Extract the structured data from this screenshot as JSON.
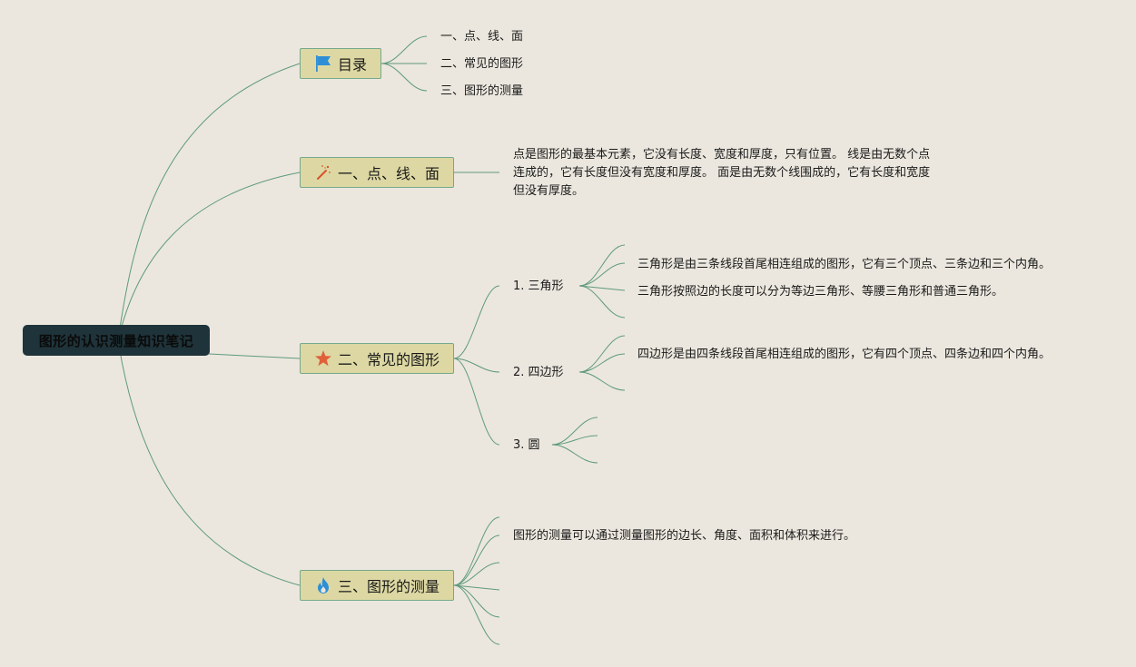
{
  "root": {
    "title": "图形的认识测量知识笔记"
  },
  "topics": [
    {
      "label": "目录",
      "icon": "flag-icon",
      "children": [
        "一、点、线、面",
        "二、常见的图形",
        "三、图形的测量"
      ]
    },
    {
      "label": "一、点、线、面",
      "icon": "magic-wand-icon",
      "note_lines": [
        "点是图形的最基本元素，它没有长度、宽度和厚度，只有位置。 线是由无数个点",
        "连成的，它有长度但没有宽度和厚度。 面是由无数个线围成的，它有长度和宽度",
        "但没有厚度。"
      ]
    },
    {
      "label": "二、常见的图形",
      "icon": "star-icon",
      "subtopics": [
        {
          "label": "1. 三角形",
          "details": [
            "三角形是由三条线段首尾相连组成的图形，它有三个顶点、三条边和三个内角。",
            "三角形按照边的长度可以分为等边三角形、等腰三角形和普通三角形。"
          ]
        },
        {
          "label": "2. 四边形",
          "details": [
            "四边形是由四条线段首尾相连组成的图形，它有四个顶点、四条边和四个内角。"
          ]
        },
        {
          "label": "3. 圆",
          "details": []
        }
      ]
    },
    {
      "label": "三、图形的测量",
      "icon": "fire-icon",
      "details": [
        "图形的测量可以通过测量图形的边长、角度、面积和体积来进行。"
      ]
    }
  ],
  "colors": {
    "background": "#ebe7de",
    "root_fill": "#1f333a",
    "topic_fill": "#ddd8a3",
    "topic_border": "#74a98c",
    "connector": "#5f9a7c",
    "flag_icon": "#2e8fd6",
    "wand_icon": "#d9532c",
    "star_icon": "#e0603a",
    "fire_icon": "#2e8fd6"
  }
}
